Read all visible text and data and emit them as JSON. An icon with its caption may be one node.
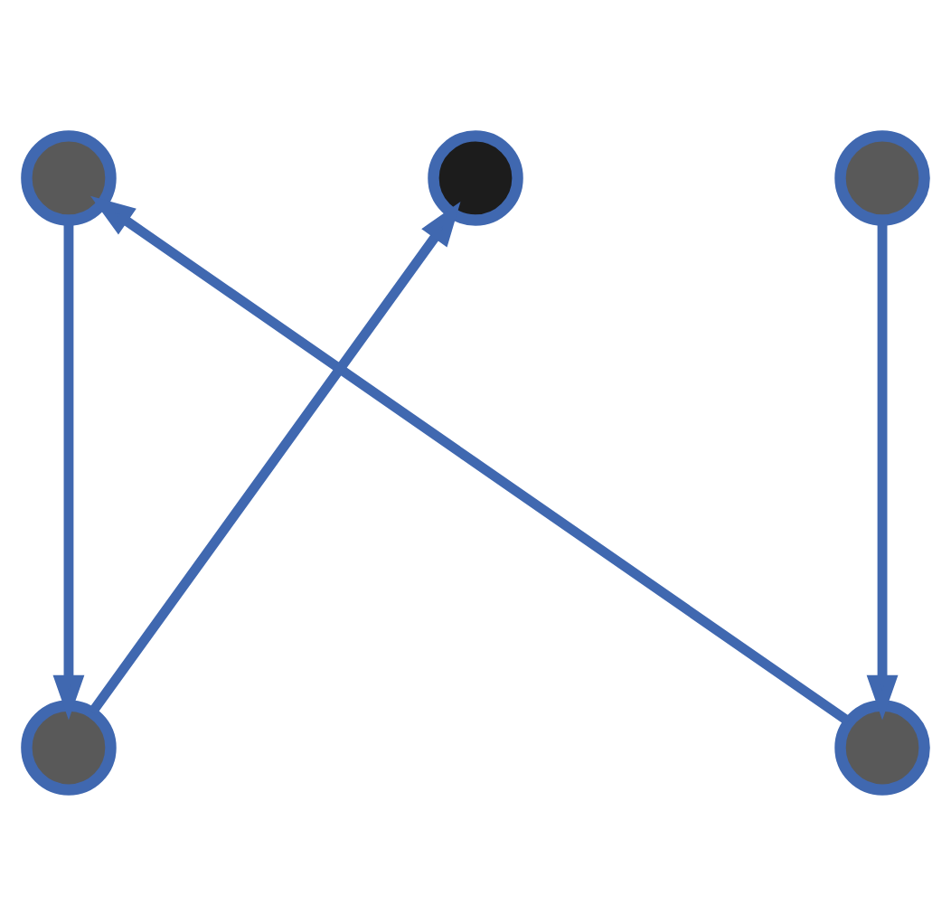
{
  "diagram": {
    "nodes": [
      {
        "text": [],
        "shape": "circle"
      },
      {
        "text": [],
        "shape": "circle"
      },
      {
        "text": [],
        "shape": "circle"
      },
      {
        "text": [],
        "shape": "circle"
      },
      {
        "text": [],
        "shape": "circle"
      }
    ],
    "edges": [
      {
        "from": 0,
        "to": 4,
        "arrow": "to"
      },
      {
        "from": 4,
        "to": 1,
        "arrow": "to"
      },
      {
        "from": 2,
        "to": 3,
        "arrow": "to"
      },
      {
        "from": 3,
        "to": 0,
        "arrow": "to"
      }
    ]
  }
}
